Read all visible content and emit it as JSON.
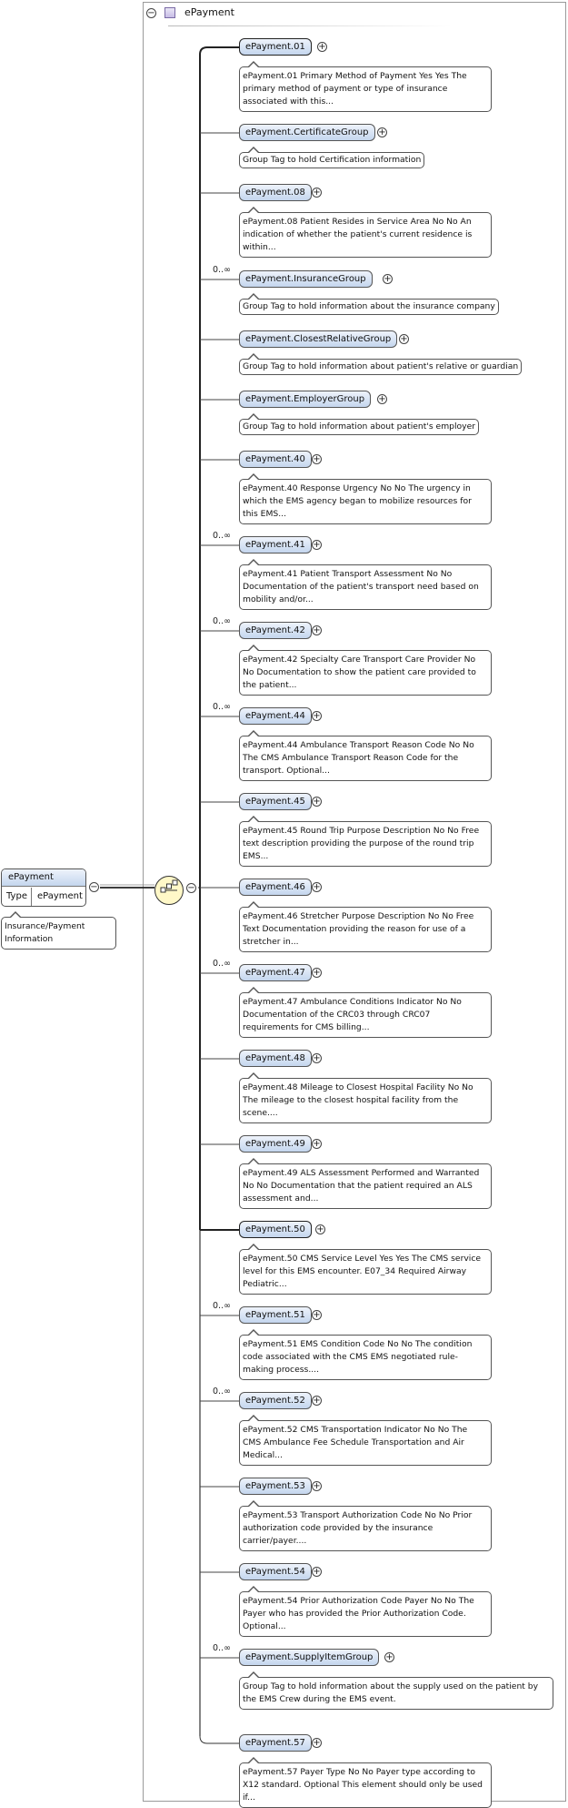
{
  "header": {
    "title": "ePayment",
    "collapse_symbol": "−"
  },
  "root": {
    "name": "ePayment",
    "type_label": "Type",
    "type_value": "ePayment",
    "annotation": "Insurance/Payment Information",
    "collapse_symbol": "−"
  },
  "sequence": {
    "icon": "sequence-compositor-icon",
    "collapse_symbol": "−"
  },
  "children": [
    {
      "name": "ePayment.01",
      "required": true,
      "occurs": "",
      "annotation": "ePayment.01 Primary Method of Payment Yes Yes The primary method of payment or type of insurance associated with this...",
      "expand": "+"
    },
    {
      "name": "ePayment.CertificateGroup",
      "required": false,
      "occurs": "",
      "annotation": "Group Tag to hold Certification information",
      "expand": "+"
    },
    {
      "name": "ePayment.08",
      "required": false,
      "occurs": "",
      "annotation": "ePayment.08 Patient Resides in Service Area No No An indication of whether the patient's current residence is within...",
      "expand": "+"
    },
    {
      "name": "ePayment.InsuranceGroup",
      "required": false,
      "occurs": "0..∞",
      "annotation": "Group Tag to hold information about the insurance company",
      "expand": "+"
    },
    {
      "name": "ePayment.ClosestRelativeGroup",
      "required": false,
      "occurs": "",
      "annotation": "Group Tag to hold information about patient's relative or guardian",
      "expand": "+"
    },
    {
      "name": "ePayment.EmployerGroup",
      "required": false,
      "occurs": "",
      "annotation": "Group Tag to hold information about patient's employer",
      "expand": "+"
    },
    {
      "name": "ePayment.40",
      "required": false,
      "occurs": "",
      "annotation": "ePayment.40 Response Urgency No No The urgency in which the EMS agency began to mobilize resources for this EMS...",
      "expand": "+"
    },
    {
      "name": "ePayment.41",
      "required": false,
      "occurs": "0..∞",
      "annotation": "ePayment.41 Patient Transport Assessment No No Documentation of the patient's transport need based on mobility and/or...",
      "expand": "+"
    },
    {
      "name": "ePayment.42",
      "required": false,
      "occurs": "0..∞",
      "annotation": "ePayment.42 Specialty Care Transport Care Provider No No Documentation to show the patient care provided to the patient...",
      "expand": "+"
    },
    {
      "name": "ePayment.44",
      "required": false,
      "occurs": "0..∞",
      "annotation": "ePayment.44 Ambulance Transport Reason Code No No The CMS Ambulance Transport Reason Code for the transport. Optional...",
      "expand": "+"
    },
    {
      "name": "ePayment.45",
      "required": false,
      "occurs": "",
      "annotation": "ePayment.45 Round Trip Purpose Description No No Free text description providing the purpose of the round trip EMS...",
      "expand": "+"
    },
    {
      "name": "ePayment.46",
      "required": false,
      "occurs": "",
      "annotation": "ePayment.46 Stretcher Purpose Description No No Free Text Documentation providing the reason for use of a stretcher in...",
      "expand": "+"
    },
    {
      "name": "ePayment.47",
      "required": false,
      "occurs": "0..∞",
      "annotation": "ePayment.47 Ambulance Conditions Indicator No No Documentation of the CRC03 through CRC07 requirements for CMS billing...",
      "expand": "+"
    },
    {
      "name": "ePayment.48",
      "required": false,
      "occurs": "",
      "annotation": "ePayment.48 Mileage to Closest Hospital Facility No No The mileage to the closest hospital facility from the scene....",
      "expand": "+"
    },
    {
      "name": "ePayment.49",
      "required": false,
      "occurs": "",
      "annotation": "ePayment.49 ALS Assessment Performed and Warranted No No Documentation that the patient required an ALS assessment and...",
      "expand": "+"
    },
    {
      "name": "ePayment.50",
      "required": true,
      "occurs": "",
      "annotation": "ePayment.50 CMS Service Level Yes Yes The CMS service level for this EMS encounter. E07_34 Required Airway Pediatric...",
      "expand": "+"
    },
    {
      "name": "ePayment.51",
      "required": false,
      "occurs": "0..∞",
      "annotation": "ePayment.51 EMS Condition Code No No The condition code associated with the CMS EMS negotiated rule-making process....",
      "expand": "+"
    },
    {
      "name": "ePayment.52",
      "required": false,
      "occurs": "0..∞",
      "annotation": "ePayment.52 CMS Transportation Indicator No No The CMS Ambulance Fee Schedule Transportation and Air Medical...",
      "expand": "+"
    },
    {
      "name": "ePayment.53",
      "required": false,
      "occurs": "",
      "annotation": "ePayment.53 Transport Authorization Code No No Prior authorization code provided by the insurance carrier/payer....",
      "expand": "+"
    },
    {
      "name": "ePayment.54",
      "required": false,
      "occurs": "",
      "annotation": "ePayment.54 Prior Authorization Code Payer No No The Payer who has provided the Prior Authorization Code. Optional...",
      "expand": "+"
    },
    {
      "name": "ePayment.SupplyItemGroup",
      "required": false,
      "occurs": "0..∞",
      "annotation": "Group Tag to hold information about the supply used on the patient by the EMS Crew during the EMS event.",
      "expand": "+"
    },
    {
      "name": "ePayment.57",
      "required": false,
      "occurs": "",
      "annotation": "ePayment.57 Payer Type No No Payer type according to X12 standard. Optional This element should only be used if...",
      "expand": "+"
    }
  ]
}
